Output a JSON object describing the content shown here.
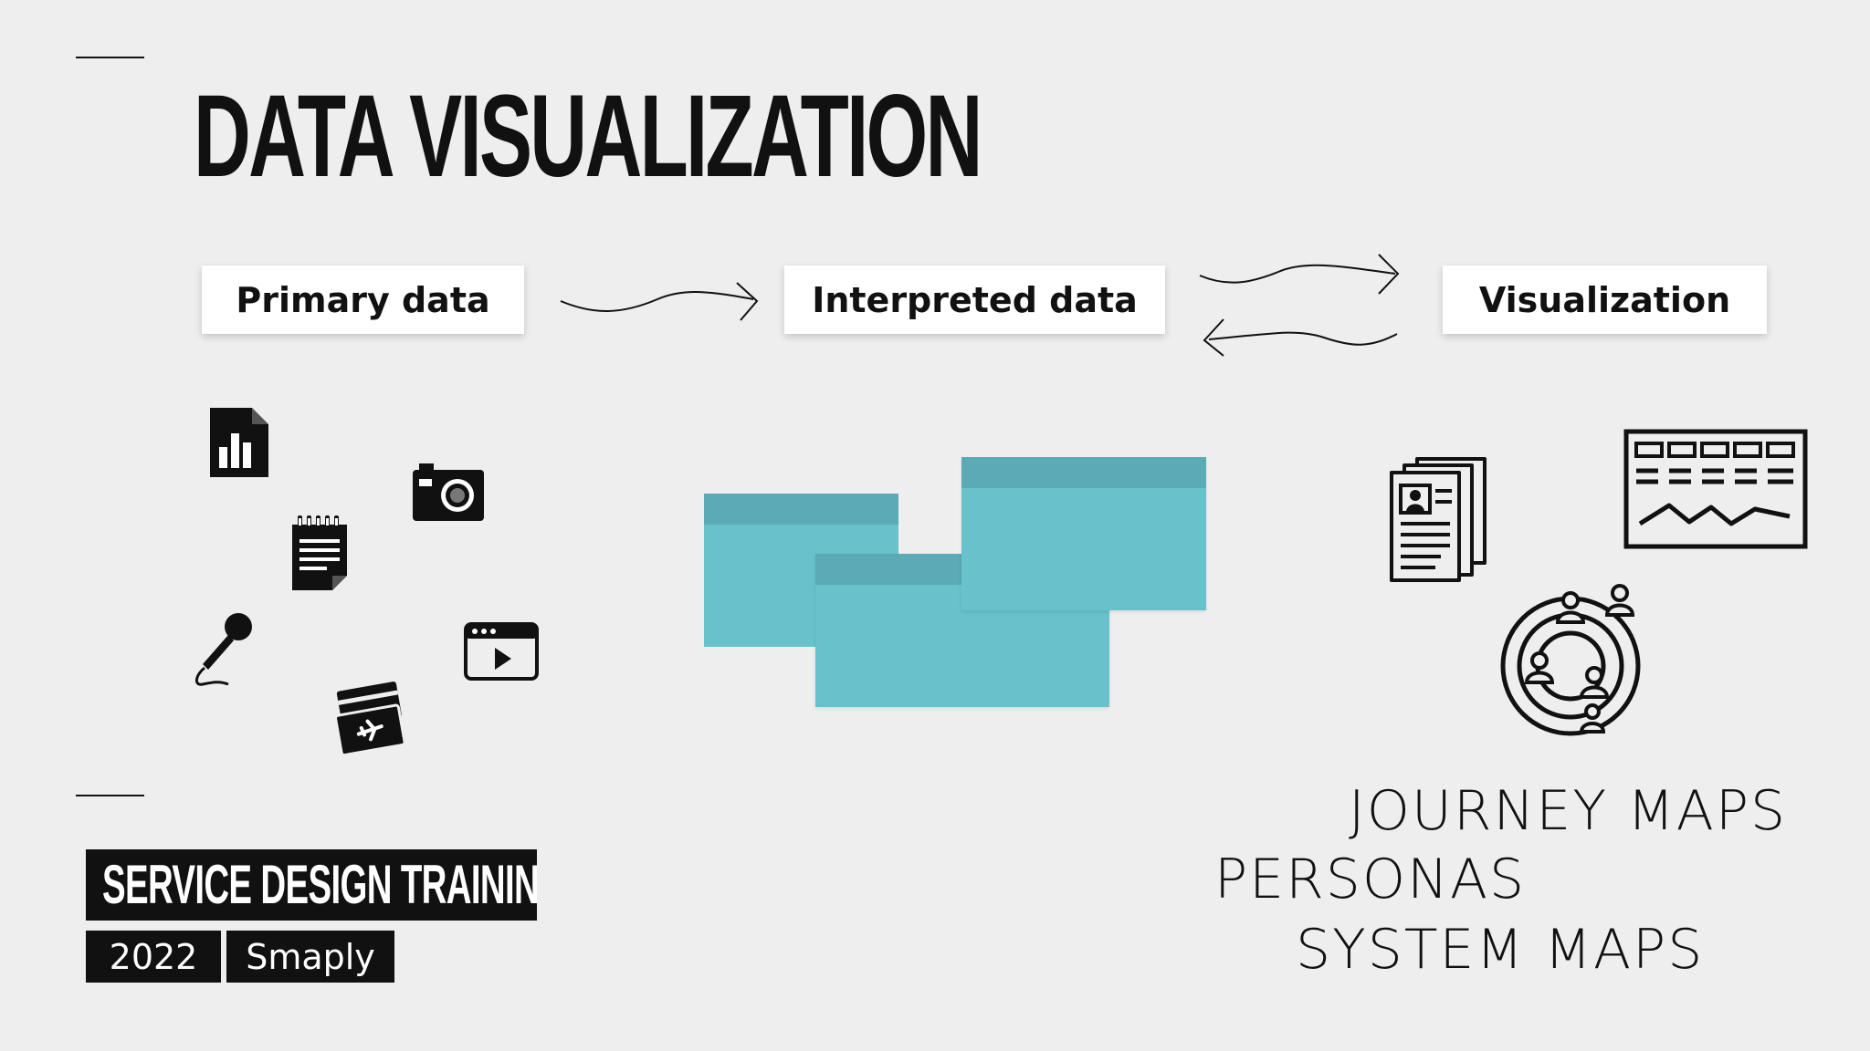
{
  "slide": {
    "title": "DATA VISUALIZATION"
  },
  "flow": {
    "steps": [
      {
        "label": "Primary data"
      },
      {
        "label": "Interpreted data"
      },
      {
        "label": "Visualization"
      }
    ]
  },
  "primary_icons": [
    "chart-document-icon",
    "camera-icon",
    "notepad-icon",
    "microphone-icon",
    "video-player-icon",
    "boarding-pass-icon"
  ],
  "visualization_icons": [
    "persona-documents-icon",
    "journey-map-icon",
    "system-map-icon"
  ],
  "outputs": {
    "items": [
      "JOURNEY MAPS",
      "PERSONAS",
      "SYSTEM MAPS"
    ]
  },
  "footer": {
    "course": "SERVICE DESIGN TRAINING",
    "year": "2022",
    "brand": "Smaply"
  },
  "colors": {
    "background": "#efeeee",
    "sticky_note": "#68c1cb",
    "sticky_note_header": "#5aabb5",
    "ink": "#111111"
  }
}
